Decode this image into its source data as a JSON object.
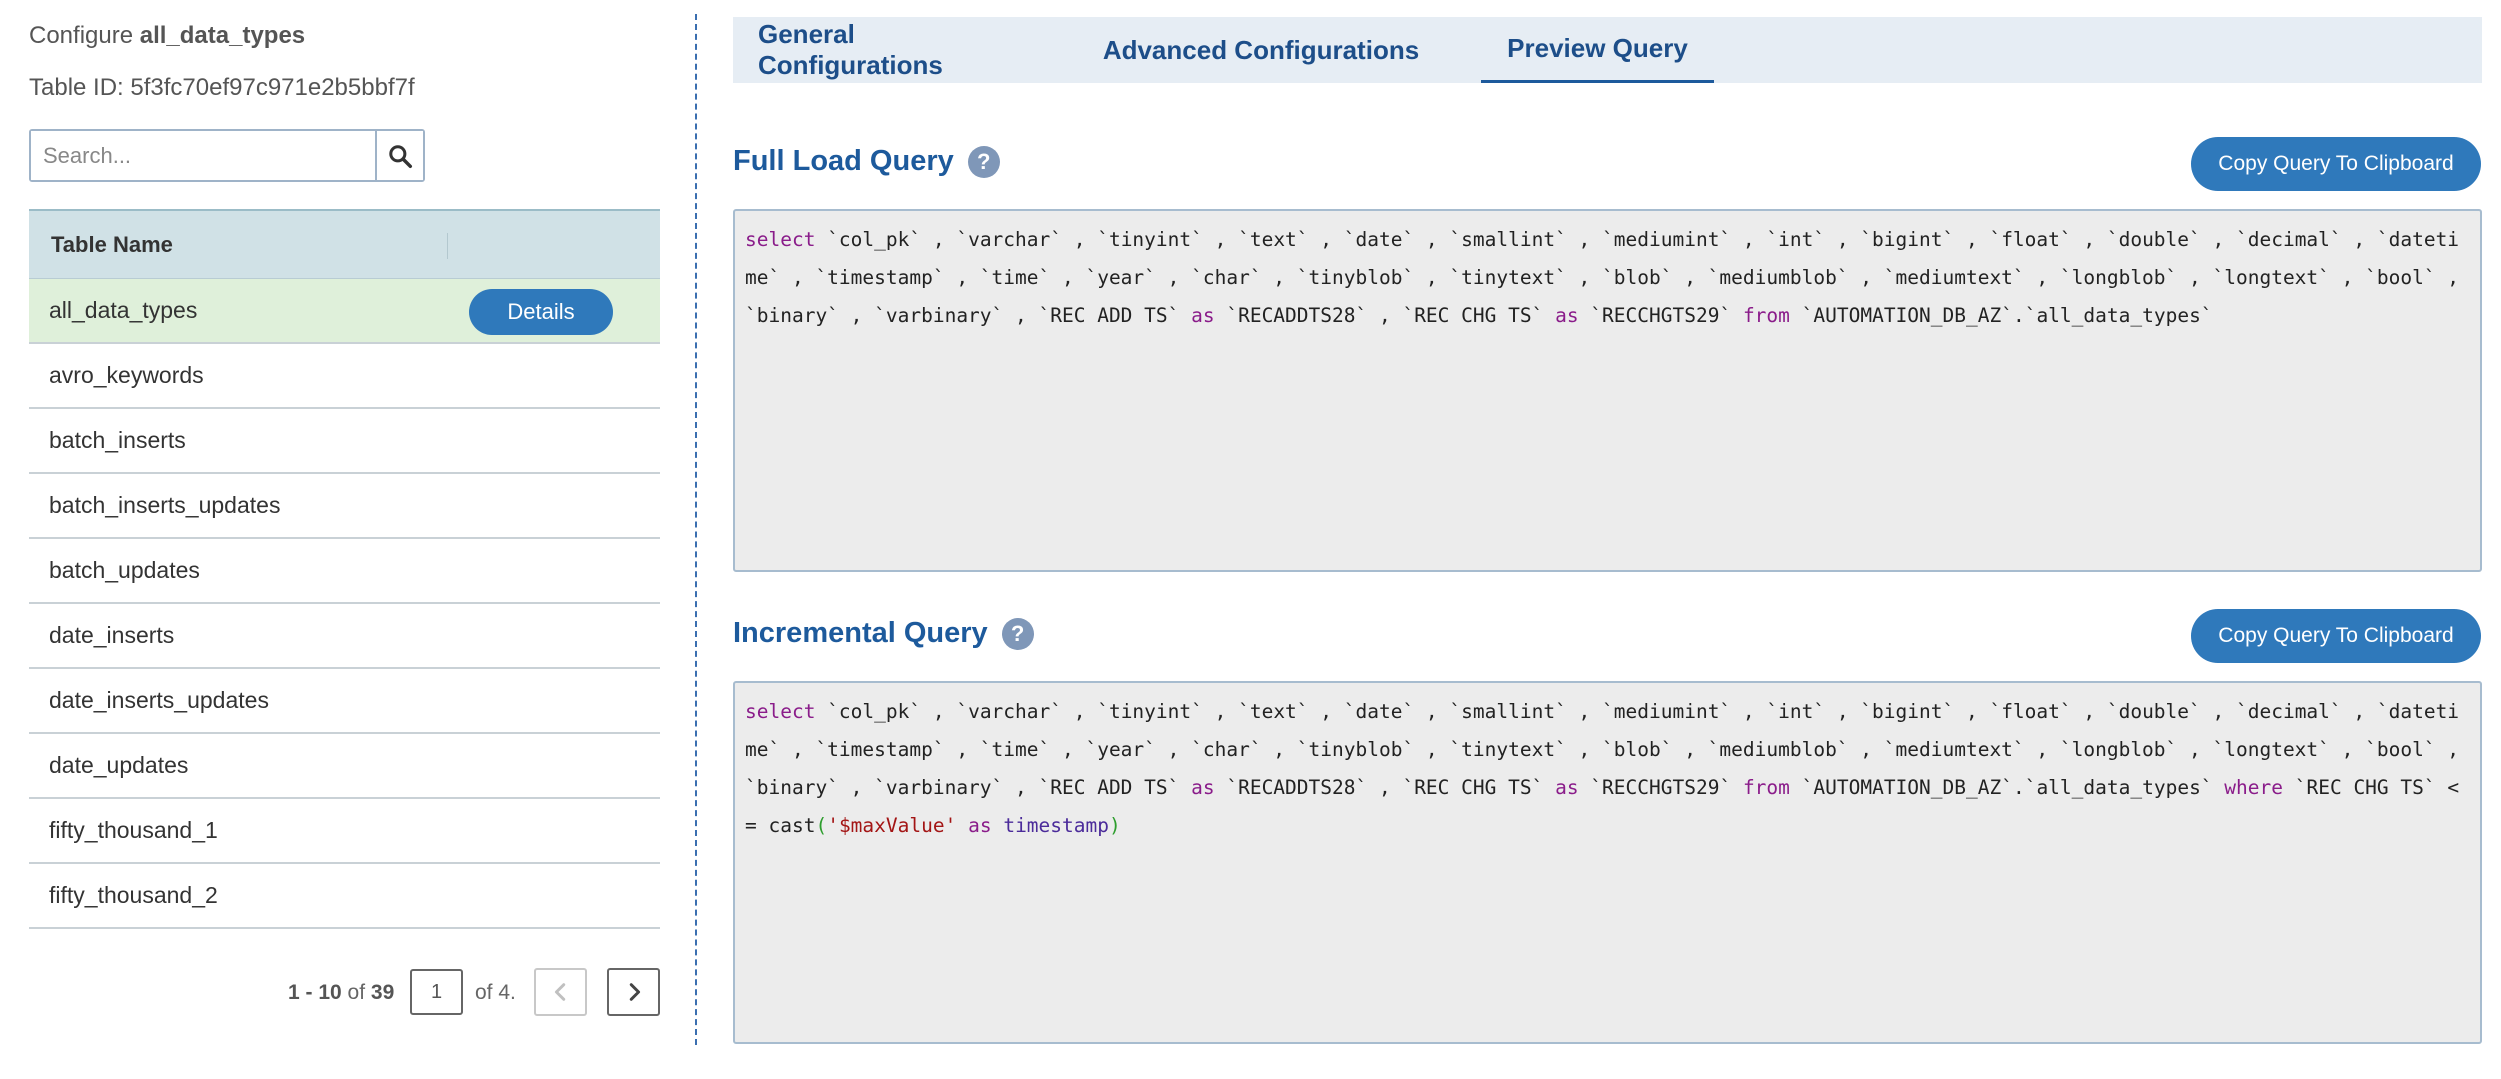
{
  "header": {
    "configure_label": "Configure",
    "table_name": "all_data_types",
    "table_id": "Table ID: 5f3fc70ef97c971e2b5bbf7f"
  },
  "search": {
    "placeholder": "Search...",
    "icon": "search-icon"
  },
  "table": {
    "column_header": "Table Name",
    "details_label": "Details",
    "rows": [
      "all_data_types",
      "avro_keywords",
      "batch_inserts",
      "batch_inserts_updates",
      "batch_updates",
      "date_inserts",
      "date_inserts_updates",
      "date_updates",
      "fifty_thousand_1",
      "fifty_thousand_2"
    ]
  },
  "pagination": {
    "range": "1 - 10",
    "of_label": "of",
    "total": "39",
    "current_page": "1",
    "pages_label": "of 4."
  },
  "tabs": [
    {
      "label": "General Configurations",
      "active": false
    },
    {
      "label": "Advanced Configurations",
      "active": false
    },
    {
      "label": "Preview Query",
      "active": true
    }
  ],
  "full_load": {
    "title": "Full Load Query",
    "copy_label": "Copy Query To Clipboard",
    "segments": [
      {
        "t": "select",
        "c": "kw"
      },
      {
        "t": " `col_pk` , `varchar` , `tinyint` , `text` , `date` , `smallint` , `mediumint` , `int` , `bigint` , `float` , `double` , `decimal` , `datetime` , `timestamp` , `time` , `year` , `char` , `tinyblob` , `tinytext` , `blob` , `mediumblob` , `mediumtext` , `longblob` , `longtext` , `bool` , `binary` , `varbinary` , `REC ADD TS` ",
        "c": ""
      },
      {
        "t": "as",
        "c": "kw"
      },
      {
        "t": " `RECADDTS28` , `REC CHG TS` ",
        "c": ""
      },
      {
        "t": "as",
        "c": "kw"
      },
      {
        "t": " `RECCHGTS29` ",
        "c": ""
      },
      {
        "t": "from",
        "c": "kw"
      },
      {
        "t": " `AUTOMATION_DB_AZ`.`all_data_types`",
        "c": ""
      }
    ]
  },
  "incremental": {
    "title": "Incremental Query",
    "copy_label": "Copy Query To Clipboard",
    "segments": [
      {
        "t": "select",
        "c": "kw"
      },
      {
        "t": " `col_pk` , `varchar` , `tinyint` , `text` , `date` , `smallint` , `mediumint` , `int` , `bigint` , `float` , `double` , `decimal` , `datetime` , `timestamp` , `time` , `year` , `char` , `tinyblob` , `tinytext` , `blob` , `mediumblob` , `mediumtext` , `longblob` , `longtext` , `bool` , `binary` , `varbinary` , `REC ADD TS` ",
        "c": ""
      },
      {
        "t": "as",
        "c": "kw"
      },
      {
        "t": " `RECADDTS28` , `REC CHG TS` ",
        "c": ""
      },
      {
        "t": "as",
        "c": "kw"
      },
      {
        "t": " `RECCHGTS29` ",
        "c": ""
      },
      {
        "t": "from",
        "c": "kw"
      },
      {
        "t": " `AUTOMATION_DB_AZ`.`all_data_types` ",
        "c": ""
      },
      {
        "t": "where",
        "c": "kw"
      },
      {
        "t": " `REC CHG TS` <= cast",
        "c": ""
      },
      {
        "t": "(",
        "c": "paren"
      },
      {
        "t": "'$maxValue'",
        "c": "str"
      },
      {
        "t": " ",
        "c": ""
      },
      {
        "t": "as",
        "c": "kw"
      },
      {
        "t": " ",
        "c": ""
      },
      {
        "t": "timestamp",
        "c": "type"
      },
      {
        "t": ")",
        "c": "paren"
      }
    ]
  },
  "colors": {
    "accent": "#2f79bb",
    "heading": "#1d5a9c",
    "selected_row": "#dff0da",
    "table_header": "#d0e1e6"
  }
}
